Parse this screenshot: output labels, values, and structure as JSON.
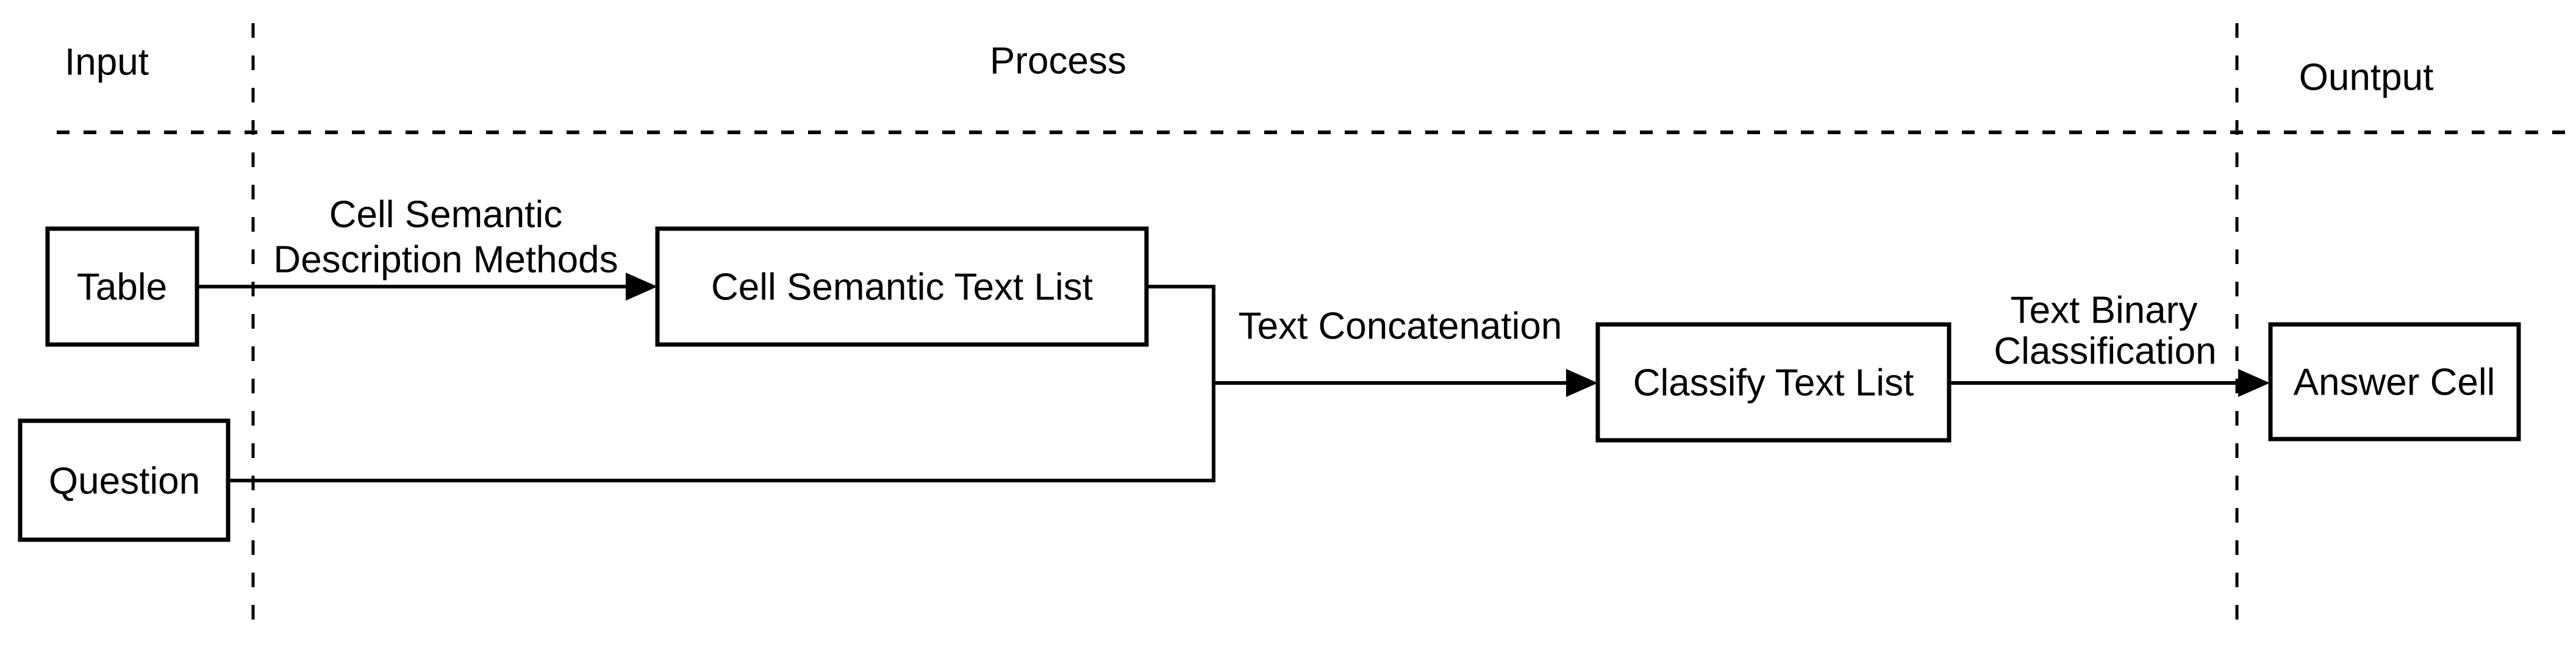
{
  "theme": {
    "paper": "#ffffff",
    "ink": "#000000"
  },
  "diagram": {
    "columns": [
      {
        "label": "Input"
      },
      {
        "label": "Process"
      },
      {
        "label": "Ountput"
      }
    ],
    "nodes": {
      "table": {
        "label": "Table"
      },
      "question": {
        "label": "Question"
      },
      "cell_semantic_text_list": {
        "label": "Cell Semantic Text List"
      },
      "classify_text_list": {
        "label": "Classify Text List"
      },
      "answer_cell": {
        "label": "Answer Cell"
      }
    },
    "edges": {
      "table_to_list": {
        "label_line1": "Cell Semantic",
        "label_line2": "Description Methods"
      },
      "merge_to_classify": {
        "label": "Text Concatenation"
      },
      "classify_to_answer": {
        "label_line1": "Text Binary",
        "label_line2": "Classification"
      }
    }
  }
}
